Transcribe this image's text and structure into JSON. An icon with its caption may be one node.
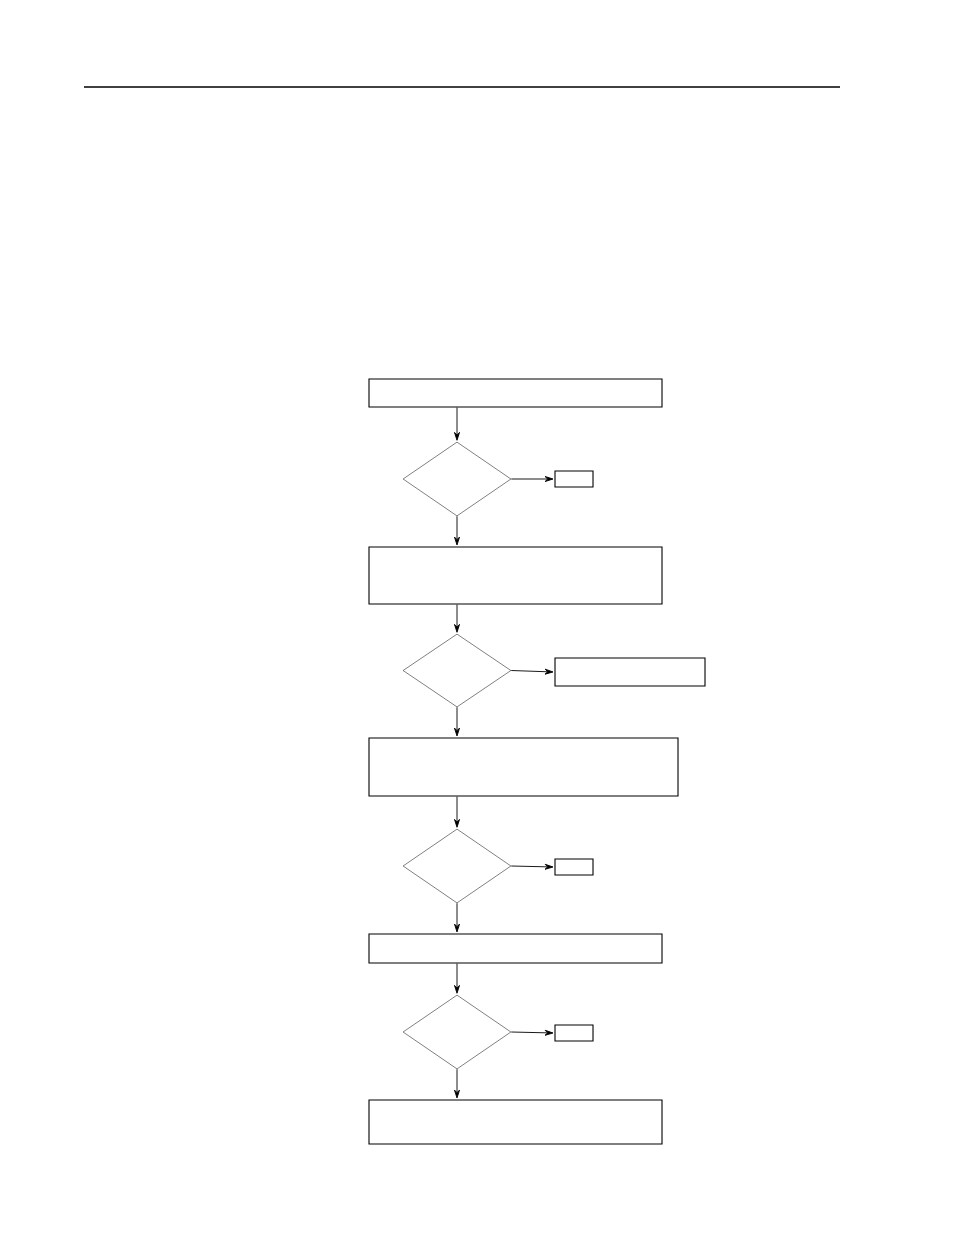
{
  "diagram": {
    "nodes": [
      {
        "text": [],
        "shape": "box"
      },
      {
        "text": [],
        "shape": "diamond"
      },
      {
        "text": [],
        "shape": "box"
      },
      {
        "text": [],
        "shape": "box"
      },
      {
        "text": [],
        "shape": "diamond"
      },
      {
        "text": [],
        "shape": "box"
      },
      {
        "text": [],
        "shape": "box"
      },
      {
        "text": [],
        "shape": "diamond"
      },
      {
        "text": [],
        "shape": "box"
      },
      {
        "text": [],
        "shape": "box"
      },
      {
        "text": [],
        "shape": "diamond"
      },
      {
        "text": [],
        "shape": "box"
      },
      {
        "text": [],
        "shape": "box"
      }
    ],
    "edges": [
      {
        "from": 0,
        "to": 1,
        "arrow": "to"
      },
      {
        "from": 1,
        "to": 2,
        "arrow": "to"
      },
      {
        "from": 1,
        "to": 3,
        "arrow": "to"
      },
      {
        "from": 3,
        "to": 4,
        "arrow": "to"
      },
      {
        "from": 4,
        "to": 5,
        "arrow": "to"
      },
      {
        "from": 4,
        "to": 6,
        "arrow": "to"
      },
      {
        "from": 6,
        "to": 7,
        "arrow": "to"
      },
      {
        "from": 7,
        "to": 8,
        "arrow": "to"
      },
      {
        "from": 7,
        "to": 9,
        "arrow": "to"
      },
      {
        "from": 9,
        "to": 10,
        "arrow": "to"
      },
      {
        "from": 10,
        "to": 11,
        "arrow": "to"
      },
      {
        "from": 10,
        "to": 12,
        "arrow": "to"
      }
    ]
  }
}
